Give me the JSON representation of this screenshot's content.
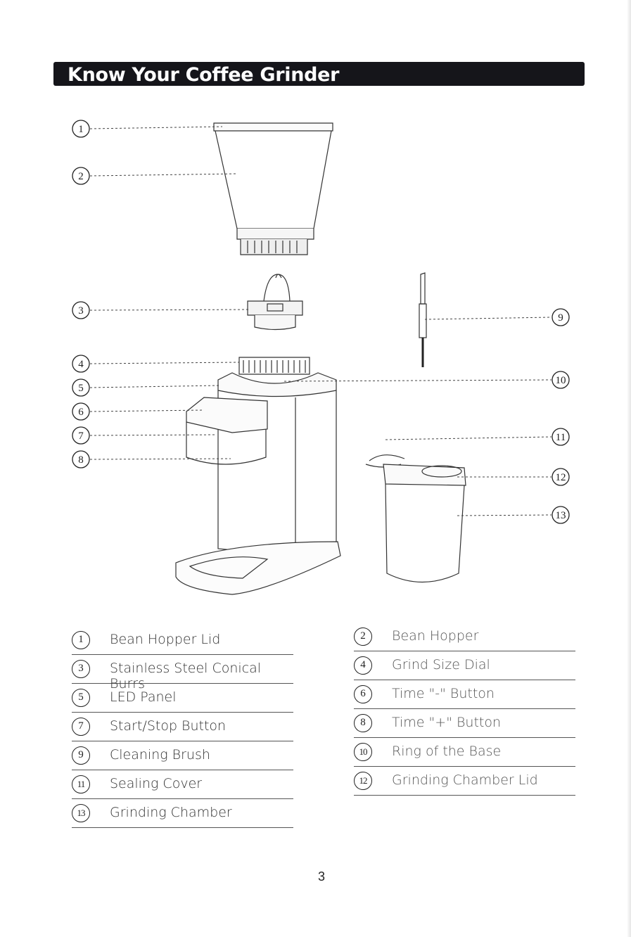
{
  "header": {
    "title": "Know Your Coffee Grinder"
  },
  "callouts": [
    "1",
    "2",
    "3",
    "4",
    "5",
    "6",
    "7",
    "8",
    "9",
    "10",
    "11",
    "12",
    "13"
  ],
  "legend_left": [
    {
      "num": "1",
      "label": "Bean Hopper Lid"
    },
    {
      "num": "3",
      "label": "Stainless Steel Conical Burrs"
    },
    {
      "num": "5",
      "label": "LED Panel"
    },
    {
      "num": "7",
      "label": "Start/Stop Button"
    },
    {
      "num": "9",
      "label": "Cleaning Brush"
    },
    {
      "num": "11",
      "label": "Sealing Cover"
    },
    {
      "num": "13",
      "label": "Grinding Chamber"
    }
  ],
  "legend_right": [
    {
      "num": "2",
      "label": "Bean Hopper"
    },
    {
      "num": "4",
      "label": "Grind Size Dial"
    },
    {
      "num": "6",
      "label": "Time \"-\" Button"
    },
    {
      "num": "8",
      "label": "Time \"+\" Button"
    },
    {
      "num": "10",
      "label": "Ring of the Base"
    },
    {
      "num": "12",
      "label": "Grinding Chamber Lid"
    }
  ],
  "footer": {
    "page_number": "3"
  }
}
